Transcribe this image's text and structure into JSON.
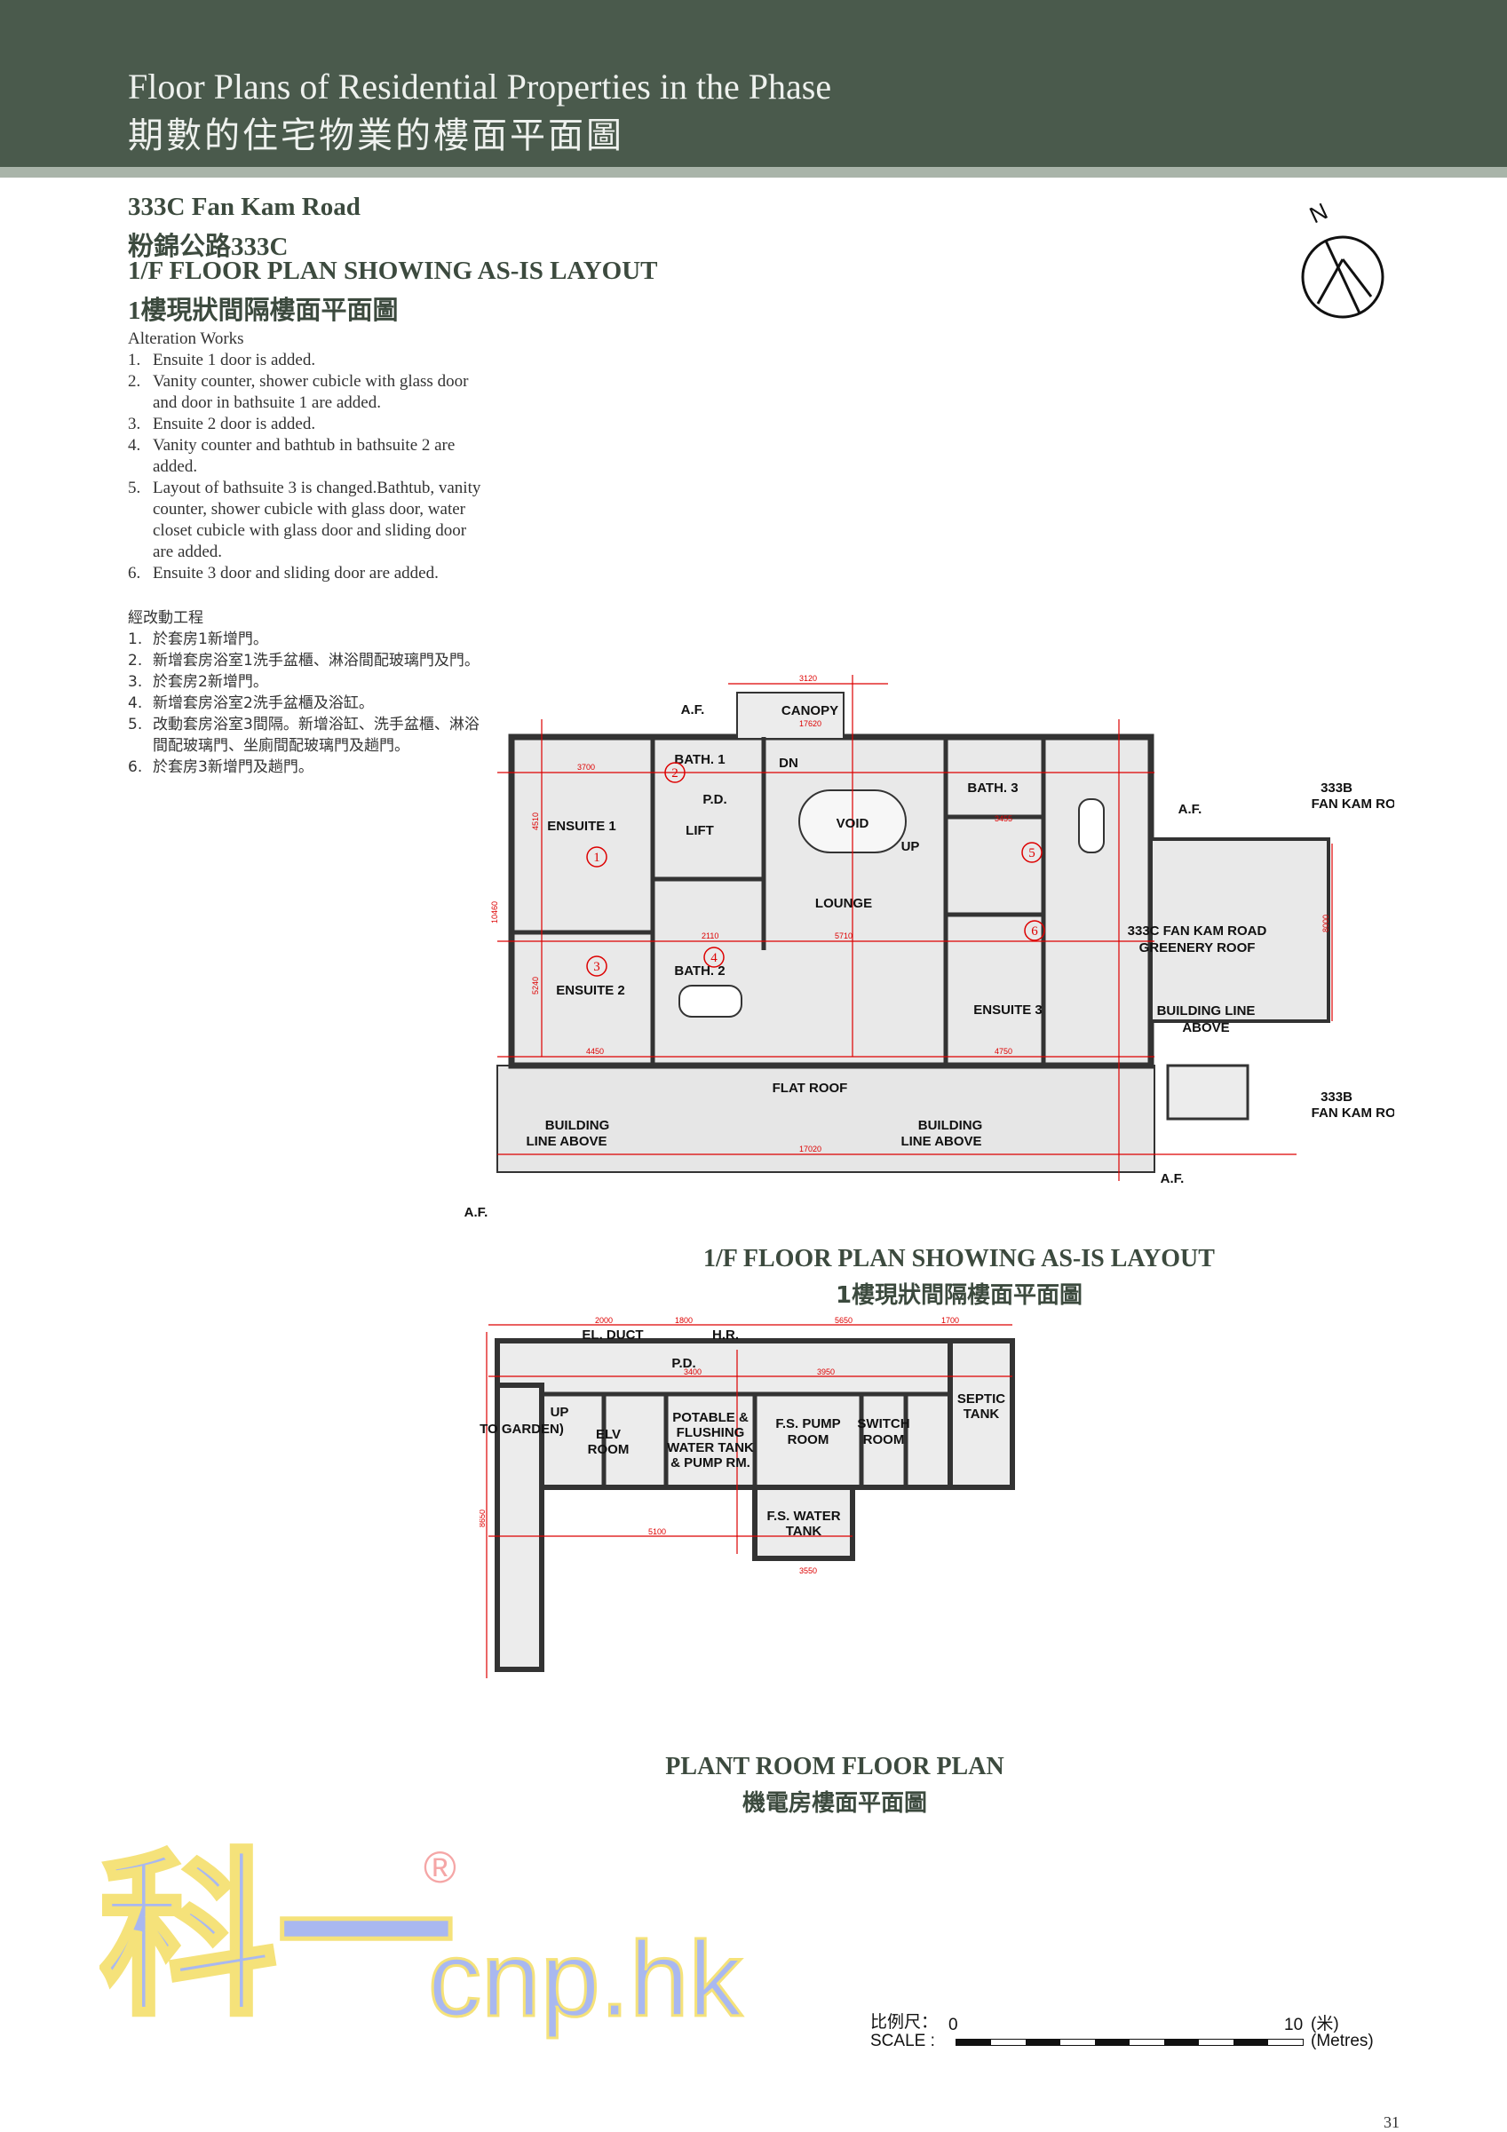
{
  "header": {
    "title_en": "Floor Plans of Residential Properties in the Phase",
    "title_zh": "期數的住宅物業的樓面平面圖"
  },
  "property": {
    "address_en": "333C Fan Kam Road",
    "address_zh": "粉錦公路333C",
    "plan_title_en": "1/F FLOOR PLAN SHOWING AS-IS LAYOUT",
    "plan_title_zh": "1樓現狀間隔樓面平面圖"
  },
  "alteration_works": {
    "heading_en": "Alteration Works",
    "items_en": [
      "Ensuite 1 door is added.",
      "Vanity counter, shower cubicle with glass door and door in bathsuite 1 are added.",
      "Ensuite 2 door is added.",
      "Vanity counter and bathtub in bathsuite 2 are added.",
      "Layout of bathsuite 3 is changed.Bathtub, vanity counter, shower cubicle with glass door, water closet cubicle with glass door and sliding door are added.",
      "Ensuite 3 door and sliding door are added."
    ],
    "heading_zh": "經改動工程",
    "items_zh": [
      "於套房1新增門。",
      "新增套房浴室1洗手盆櫃、淋浴間配玻璃門及門。",
      "於套房2新增門。",
      "新增套房浴室2洗手盆櫃及浴缸。",
      "改動套房浴室3間隔。新增浴缸、洗手盆櫃、淋浴間配玻璃門、坐廁間配玻璃門及趟門。",
      "於套房3新增門及趟門。"
    ]
  },
  "north_label": "N",
  "plan_1f": {
    "rooms": [
      "ENSUITE 1",
      "BATH. 1",
      "LIFT",
      "P.D.",
      "VOID",
      "DN",
      "UP",
      "LOUNGE",
      "BATH. 3",
      "ENSUITE 2",
      "BATH. 2",
      "ENSUITE 3",
      "FLAT ROOF",
      "CANOPY",
      "333C FAN KAM ROAD",
      "GREENERY ROOF",
      "BUILDING LINE",
      "ABOVE",
      "BUILDING",
      "LINE ABOVE",
      "A.F.",
      "333B",
      "FAN KAM ROAD"
    ],
    "markers": [
      "1",
      "2",
      "3",
      "4",
      "5",
      "6"
    ],
    "dims": [
      "3700",
      "4510",
      "5240",
      "4450",
      "5710",
      "17620",
      "17020",
      "4750",
      "3455",
      "3120",
      "2110",
      "10460",
      "8000"
    ]
  },
  "caption_1f_en": "1/F FLOOR PLAN SHOWING AS-IS LAYOUT",
  "caption_1f_zh": "1樓現狀間隔樓面平面圖",
  "plan_plant": {
    "rooms": [
      "EL. DUCT",
      "H.R.",
      "P.D.",
      "UP",
      "(TO GARDEN)",
      "ELV",
      "ROOM",
      "POTABLE &",
      "FLUSHING",
      "WATER TANK",
      "& PUMP RM.",
      "F.S. PUMP",
      "SWITCH",
      "SEPTIC",
      "TANK",
      "F.S. WATER"
    ],
    "dims": [
      "2000",
      "1800",
      "5650",
      "1700",
      "3400",
      "3950",
      "5100",
      "3550",
      "8650"
    ]
  },
  "caption_plant_en": "PLANT ROOM FLOOR PLAN",
  "caption_plant_zh": "機電房樓面平面圖",
  "watermark": {
    "cn": "科一",
    "latin": "cnp.hk",
    "mark": "®"
  },
  "scale": {
    "label_zh": "比例尺：",
    "label_en": "SCALE :",
    "zero": "0",
    "ten": "10",
    "unit_zh": "(米)",
    "unit_en": "(Metres)"
  },
  "page_number": "31"
}
